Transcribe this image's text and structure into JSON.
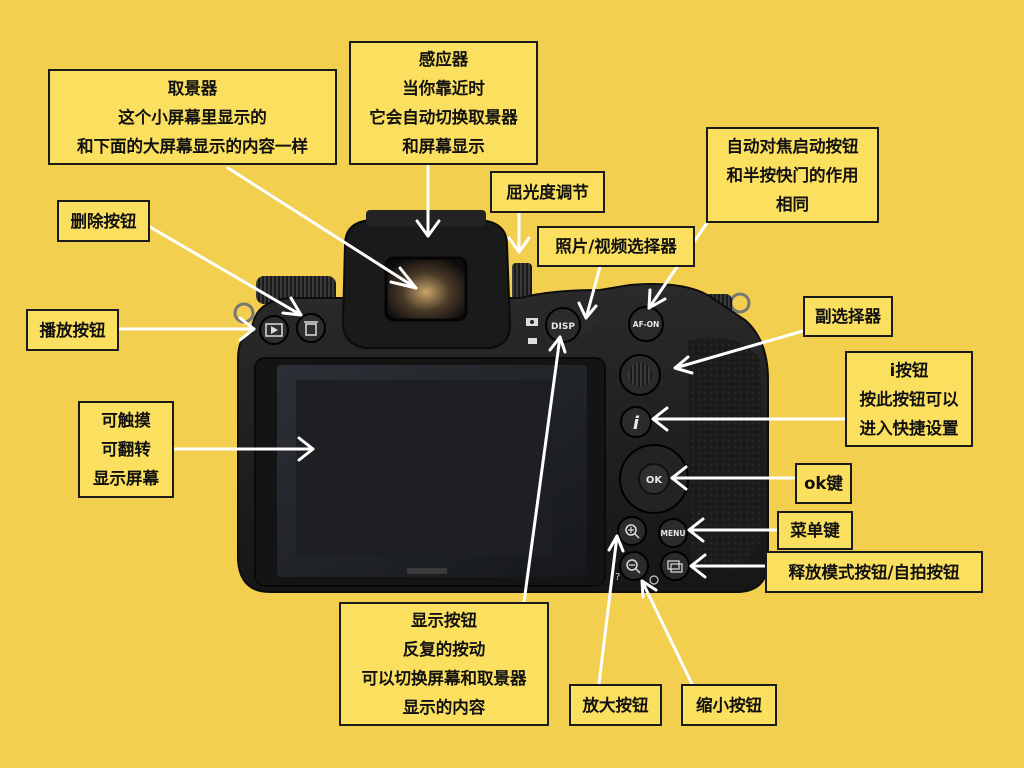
{
  "colors": {
    "background": "#f2cf4f",
    "label_fill": "#fbdf5e",
    "label_border": "#1a1a1a",
    "arrow": "#ffffff",
    "camera_body": "#1c1c1c",
    "screen": "#202226"
  },
  "labels": {
    "viewfinder": "取景器\n这个小屏幕里显示的\n和下面的大屏幕显示的内容一样",
    "eye_sensor": "感应器\n当你靠近时\n它会自动切换取景器\n和屏幕显示",
    "diopter": "屈光度调节",
    "af_on": "自动对焦启动按钮\n和半按快门的作用\n相同",
    "delete": "删除按钮",
    "photo_video": "照片/视频选择器",
    "playback": "播放按钮",
    "sub_selector": "副选择器",
    "i_button": "i按钮\n按此按钮可以\n进入快捷设置",
    "touch_screen": "可触摸\n可翻转\n显示屏幕",
    "ok": "ok键",
    "menu": "菜单键",
    "release_mode": "释放模式按钮/自拍按钮",
    "disp": "显示按钮\n反复的按动\n可以切换屏幕和取景器\n显示的内容",
    "zoom_in": "放大按钮",
    "zoom_out": "缩小按钮"
  },
  "camera": {
    "disp_text": "DISP",
    "afon_text": "AF-ON",
    "ok_text": "OK",
    "menu_text": "MENU",
    "i_text": "i",
    "question_text": "?",
    "icons": [
      "playback-icon",
      "trash-icon",
      "magnify-plus-icon",
      "magnify-minus-icon",
      "self-timer-icon",
      "release-mode-icon",
      "photo-mode-icon",
      "video-mode-icon"
    ]
  }
}
